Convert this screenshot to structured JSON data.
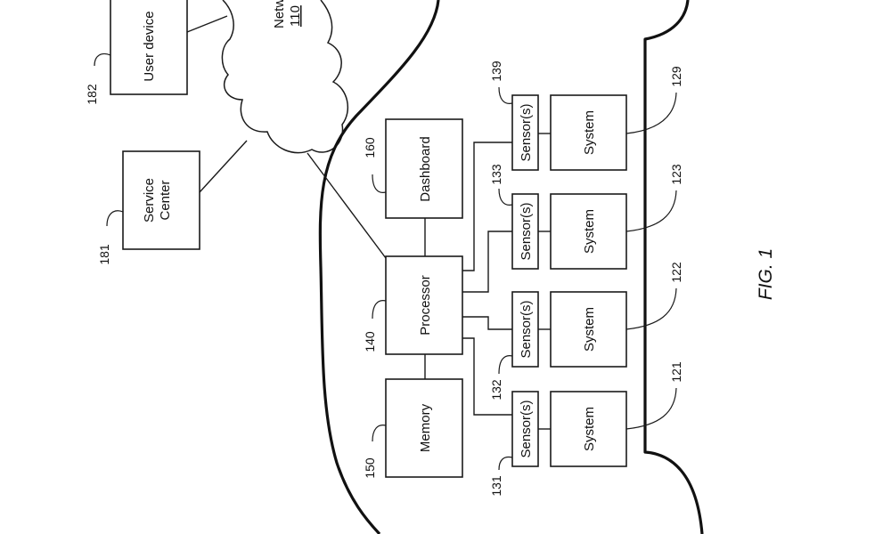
{
  "labels": {
    "user_device": "User device",
    "network": "Network",
    "network_ref": "110",
    "service_center": "Service Center",
    "dashboard": "Dashboard",
    "processor": "Processor",
    "memory": "Memory",
    "sensor": "Sensor(s)",
    "system": "System"
  },
  "refs": {
    "user_device": "182",
    "service_center": "181",
    "dashboard": "160",
    "processor": "140",
    "memory": "150",
    "sensor_1": "131",
    "sensor_2": "132",
    "sensor_3": "133",
    "sensor_4": "139",
    "system_1": "121",
    "system_2": "122",
    "system_3": "123",
    "system_4": "129"
  },
  "figure_label": "FIG. 1"
}
